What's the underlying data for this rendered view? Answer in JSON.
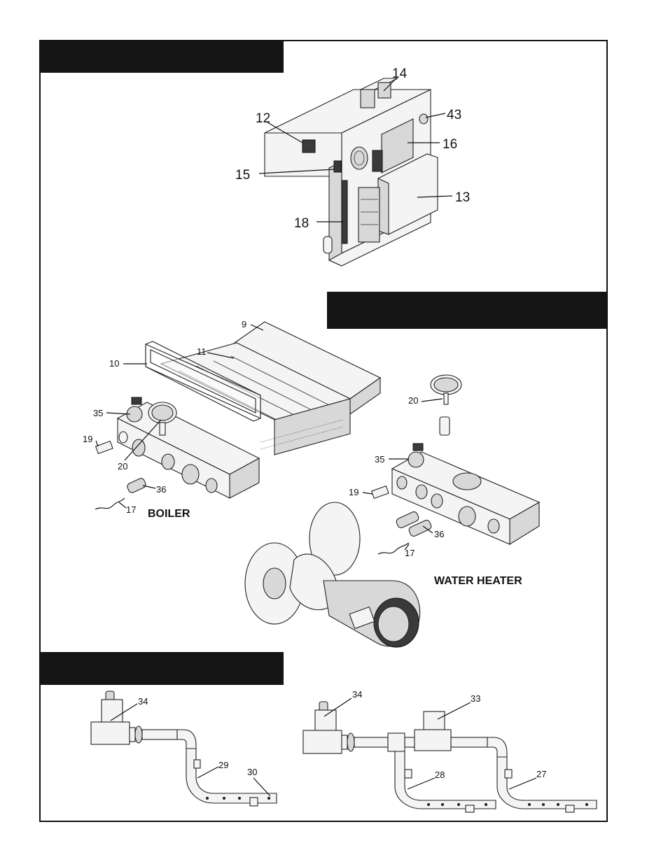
{
  "labels": {
    "control_box": [
      "14",
      "12",
      "43",
      "16",
      "15",
      "13",
      "18"
    ],
    "heat_exchanger": [
      "9",
      "11",
      "10",
      "35",
      "19",
      "20",
      "36",
      "17"
    ],
    "water_heater": [
      "20",
      "35",
      "19",
      "36",
      "17"
    ],
    "gas_train_left": [
      "34",
      "29",
      "30"
    ],
    "gas_train_right": [
      "34",
      "33",
      "28",
      "27"
    ]
  },
  "captions": {
    "boiler": "BOILER",
    "water_heater": "WATER HEATER"
  }
}
